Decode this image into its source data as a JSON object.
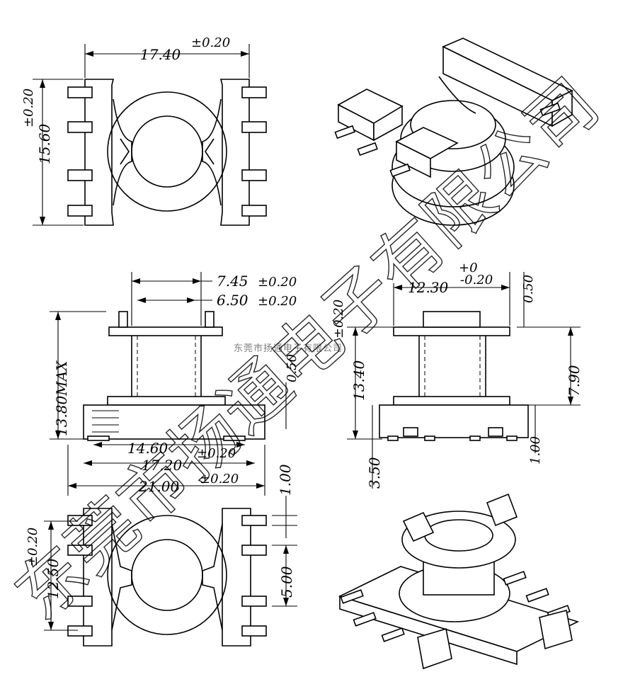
{
  "watermark": {
    "small_text": "东莞市扬通电子有限公司",
    "big_chars": [
      "东",
      "莞",
      "市",
      "扬",
      "通",
      "电",
      "子",
      "有",
      "限",
      "公",
      "司"
    ]
  },
  "views": {
    "top_view": {
      "width": "17.40",
      "width_tol": "±0.20",
      "height": "15.60",
      "height_tol": "±0.20"
    },
    "front_view": {
      "dim_a": "7.45",
      "dim_a_tol": "±0.20",
      "dim_b": "6.50",
      "dim_b_tol": "±0.20",
      "height": "13.80MAX",
      "dim_c": "0.50",
      "w1": "14.60",
      "w2": "17.20",
      "w2_tol": "±0.20",
      "w3": "21.00",
      "w3_tol": "±0.20"
    },
    "side_view": {
      "width": "12.30",
      "tol_plus": "+0",
      "tol_minus": "-0.20",
      "top_flange": "0.50",
      "body": "7.90",
      "height": "13.40",
      "height_tol": "±0.20",
      "pin": "3.50",
      "base": "1.00"
    },
    "bottom_view": {
      "pitch_v": "12.50",
      "pitch_v_tol": "±0.20",
      "pin_w": "1.00",
      "pitch": "5.00"
    }
  }
}
